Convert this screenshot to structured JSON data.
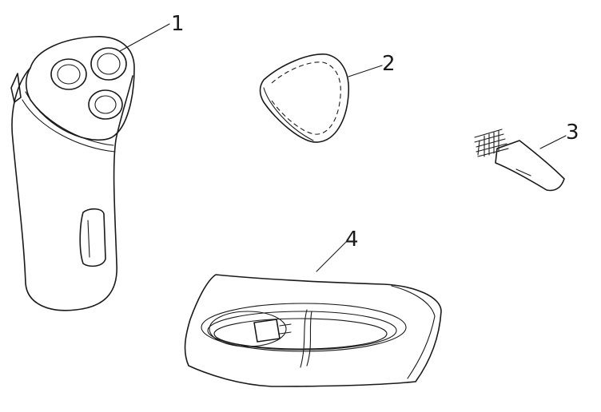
{
  "diagram": {
    "callouts": [
      {
        "id": "shaver",
        "label": "1"
      },
      {
        "id": "protective-cap",
        "label": "2"
      },
      {
        "id": "cleaning-brush",
        "label": "3"
      },
      {
        "id": "cord-bag",
        "label": "4"
      }
    ],
    "colors": {
      "ink": "#1a1a1a",
      "background": "#ffffff"
    }
  }
}
